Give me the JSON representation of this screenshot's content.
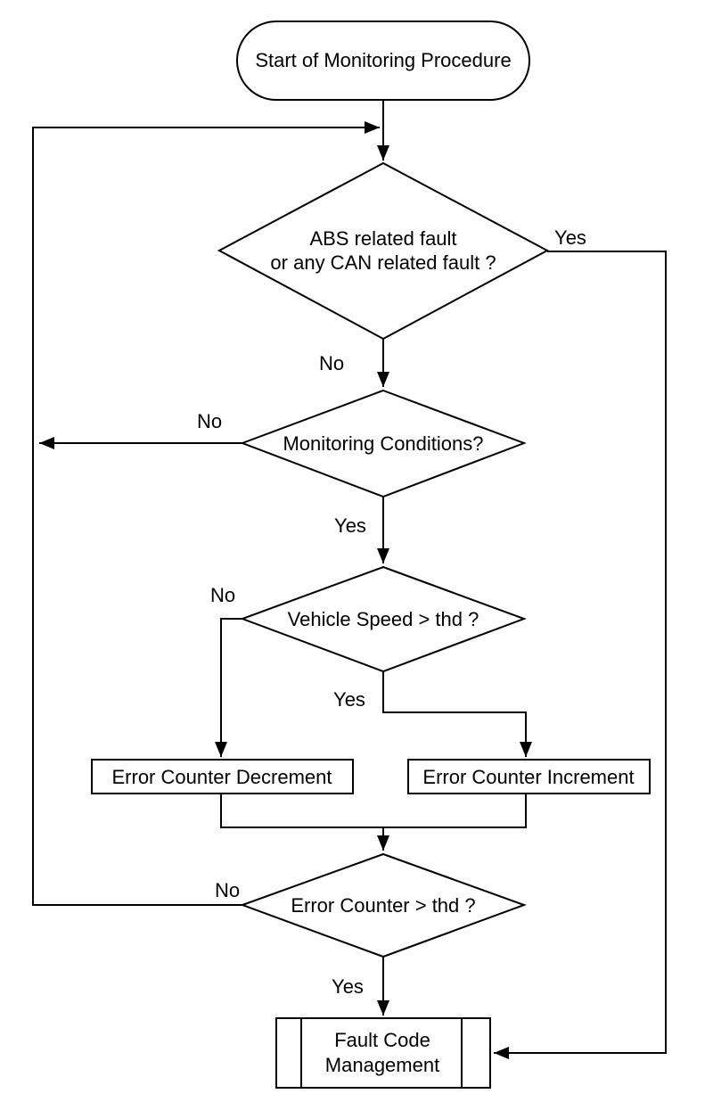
{
  "colors": {
    "line": "#000000",
    "shape_fill": "#ffffff",
    "text": "#000000",
    "background": "#ffffff"
  },
  "nodes": {
    "start": {
      "type": "terminator",
      "label": "Start of Monitoring Procedure"
    },
    "fault_check": {
      "type": "decision",
      "line1": "ABS related fault",
      "line2": "or any CAN related fault ?"
    },
    "monitoring_conditions": {
      "type": "decision",
      "label": "Monitoring Conditions?"
    },
    "vehicle_speed": {
      "type": "decision",
      "label": "Vehicle Speed > thd ?"
    },
    "error_counter_decrement": {
      "type": "process",
      "label": "Error Counter Decrement"
    },
    "error_counter_increment": {
      "type": "process",
      "label": "Error Counter Increment"
    },
    "error_counter_check": {
      "type": "decision",
      "label": "Error Counter > thd ?"
    },
    "fault_code_management": {
      "type": "predefined_process",
      "line1": "Fault Code",
      "line2": "Management"
    }
  },
  "edge_labels": {
    "fault_check_yes": "Yes",
    "fault_check_no": "No",
    "monitoring_conditions_no": "No",
    "monitoring_conditions_yes": "Yes",
    "vehicle_speed_no": "No",
    "vehicle_speed_yes": "Yes",
    "error_counter_check_no": "No",
    "error_counter_check_yes": "Yes"
  },
  "edges": [
    {
      "from": "start",
      "to": "fault_check",
      "label": ""
    },
    {
      "from": "fault_check",
      "to": "fault_code_management",
      "label": "Yes"
    },
    {
      "from": "fault_check",
      "to": "monitoring_conditions",
      "label": "No"
    },
    {
      "from": "monitoring_conditions",
      "to": "loop_return_line",
      "label": "No"
    },
    {
      "from": "monitoring_conditions",
      "to": "vehicle_speed",
      "label": "Yes"
    },
    {
      "from": "vehicle_speed",
      "to": "error_counter_decrement",
      "label": "No"
    },
    {
      "from": "vehicle_speed",
      "to": "error_counter_increment",
      "label": "Yes"
    },
    {
      "from": "error_counter_decrement",
      "to": "error_counter_check",
      "label": ""
    },
    {
      "from": "error_counter_increment",
      "to": "error_counter_check",
      "label": ""
    },
    {
      "from": "error_counter_check",
      "to": "fault_check",
      "label": "No"
    },
    {
      "from": "error_counter_check",
      "to": "fault_code_management",
      "label": "Yes"
    }
  ]
}
